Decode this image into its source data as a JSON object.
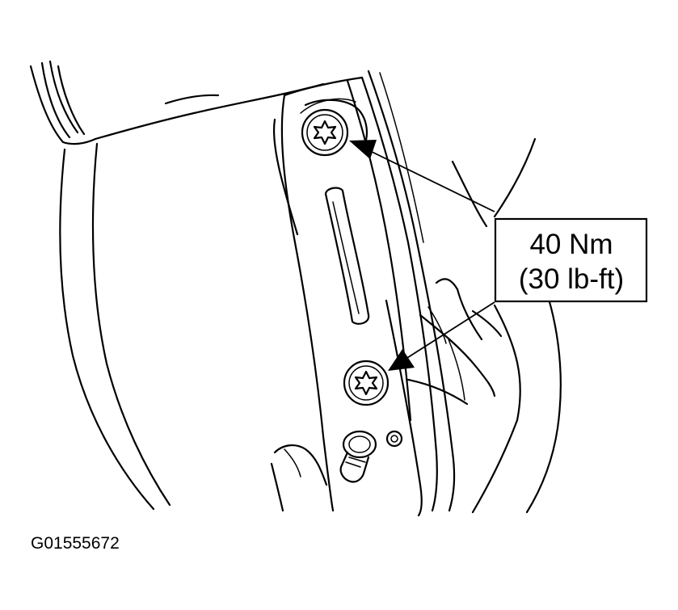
{
  "callout": {
    "torque_metric": "40 Nm",
    "torque_imperial": "(30 lb-ft)"
  },
  "figure": {
    "code": "G01555672"
  },
  "icons": {
    "fastener": "torx-bolt-icon",
    "pin": "stud-pin-icon"
  }
}
